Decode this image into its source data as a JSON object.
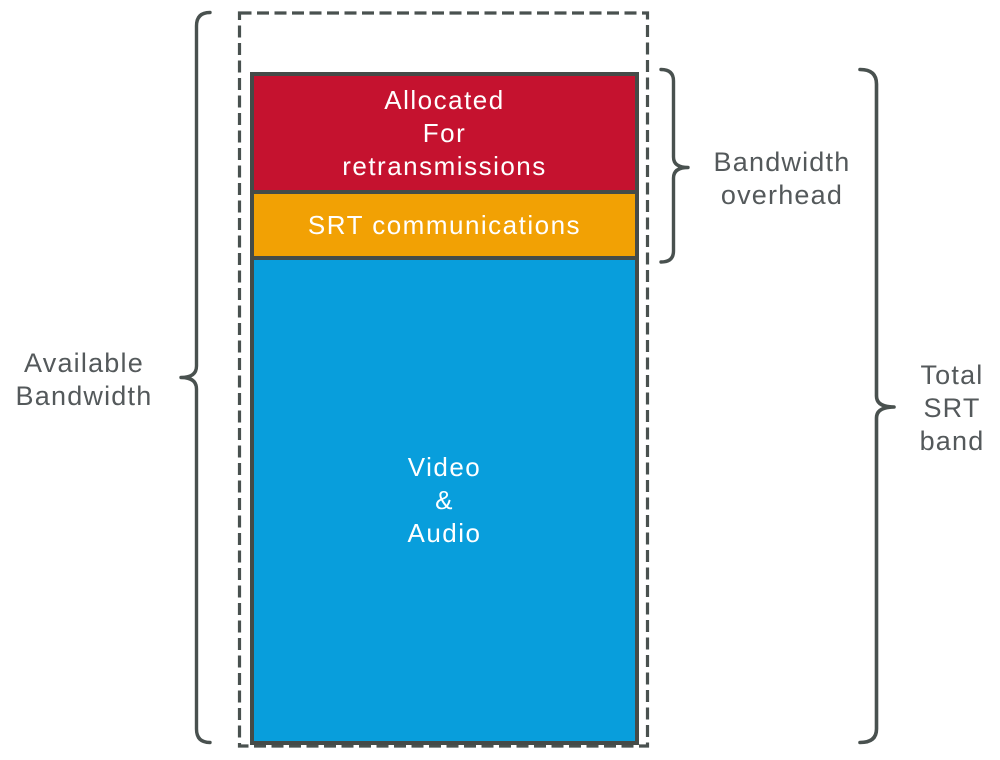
{
  "diagram": {
    "type": "stacked-bandwidth-diagram",
    "colors": {
      "line": "#49514f",
      "bar_border": "#454b48",
      "label_text": "#54595b",
      "retransmissions_red": "#c5122f",
      "srt_comm_orange": "#f2a104",
      "video_audio_blue": "#089edc",
      "bar_text": "#ffffff",
      "background": "#ffffff"
    },
    "available_box": {
      "border_style": "dashed"
    },
    "bar": {
      "segments": [
        {
          "id": "allocated-for-retransmissions",
          "color": "#c5122f",
          "lines": [
            "Allocated",
            "For",
            "retransmissions"
          ]
        },
        {
          "id": "srt-communications",
          "color": "#f2a104",
          "lines": [
            "SRT communications"
          ]
        },
        {
          "id": "video-and-audio",
          "color": "#089edc",
          "lines": [
            "Video",
            "&",
            "Audio"
          ]
        }
      ]
    },
    "labels": {
      "available": {
        "lines": [
          "Available",
          "Bandwidth"
        ]
      },
      "overhead": {
        "lines": [
          "Bandwidth",
          "overhead"
        ]
      },
      "total": {
        "lines": [
          "Total",
          "SRT",
          "band"
        ]
      }
    }
  }
}
